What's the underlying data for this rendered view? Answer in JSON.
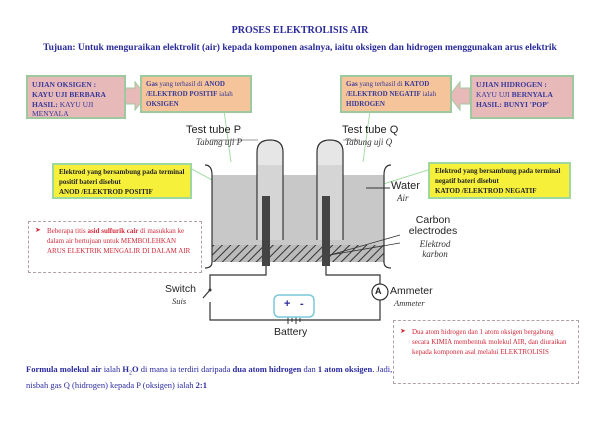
{
  "title": "PROSES ELEKTROLISIS AIR",
  "aim": "Tujuan: Untuk menguraikan elektrolit (air) kepada komponen asalnya, iaitu oksigen dan hidrogen  menggunakan arus elektrik",
  "oxygen_test": {
    "l1": "UJIAN OKSIGEN :",
    "l2a": "KAYU UJI ",
    "l2b": "BERBARA",
    "l3a": "HASIL: ",
    "l3b": "KAYU UJI MENYALA"
  },
  "anode_gas": {
    "a": "Gas",
    "b": " yang terhasil di ",
    "c": "ANOD /ELEKTROD POSITIF",
    "d": " ialah ",
    "e": "OKSIGEN"
  },
  "cathode_gas": {
    "a": "Gas",
    "b": " yang terhasil di ",
    "c": "KATOD /ELEKTROD NEGATIF",
    "d": " ialah ",
    "e": "HIDROGEN"
  },
  "hydrogen_test": {
    "l1": "UJIAN HIDROGEN :",
    "l2a": "KAYU UJI ",
    "l2b": "BERNYALA",
    "l3a": "HASIL: ",
    "l3b": "BUNYI 'POP'"
  },
  "labels": {
    "tube_p": "Test tube P",
    "tube_p_my": "Tabung uji P",
    "tube_q": "Test tube Q",
    "tube_q_my": "Tabung uji Q",
    "water": "Water",
    "water_my": "Air",
    "carbon": "Carbon electrodes",
    "carbon_my": "Elektrod karbon",
    "switch": "Switch",
    "switch_my": "Suis",
    "ammeter": "Ammeter",
    "ammeter_my": "Ammeter",
    "ammeter_symbol": "A",
    "battery": "Battery",
    "plus": "+",
    "minus": "-"
  },
  "anode_note": {
    "l1": "Elektrod yang bersambung pada terminal positif bateri disebut",
    "l2": "ANOD /ELEKTROD POSITIF"
  },
  "cathode_note": {
    "l1": "Elektrod yang bersambung pada terminal negatif bateri disebut",
    "l2": "KATOD /ELEKTROD NEGATIF"
  },
  "acid_note": {
    "a": "Beberapa titis ",
    "b": "asid sulfurik cair",
    "c": " di masukkan ke dalam air bertujuan untuk ",
    "d": "MEMBOLEHKAN ARUS ELEKTRIK MENGALIR DI DALAM AIR"
  },
  "molecule_note": "Dua atom hidrogen dan 1 atom oksigen bergabung secara KIMIA membentuk molekul AIR, dan diuraikan kepada komponen asal melalui ELEKTROLISIS",
  "formula": {
    "a": "Formula molekul air",
    "b": " ialah ",
    "c": "H",
    "c_sub": "2",
    "c2": "O",
    "d": " di mana ia terdiri daripada ",
    "e": "dua atom hidrogen",
    "f": " dan ",
    "g": "1 atom oksigen",
    "h": ". Jadi, nisbah gas Q (hidrogen) kepada P (oksigen) ialah ",
    "i": "2:1"
  }
}
